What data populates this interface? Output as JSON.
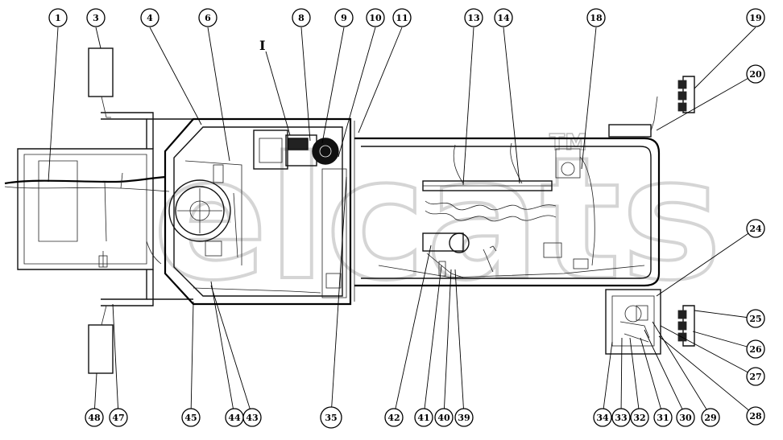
{
  "watermark": {
    "text": "elcats",
    "mark": "TM"
  },
  "view_marker": "I",
  "callouts_top": [
    "1",
    "3",
    "4",
    "6",
    "8",
    "9",
    "10",
    "11",
    "13",
    "14",
    "18",
    "19",
    "20"
  ],
  "callouts_right": [
    "24",
    "25",
    "26",
    "27",
    "28"
  ],
  "callouts_bottom": [
    "48",
    "47",
    "45",
    "44",
    "43",
    "35",
    "42",
    "41",
    "40",
    "39",
    "34",
    "33",
    "32",
    "31",
    "30",
    "29"
  ]
}
